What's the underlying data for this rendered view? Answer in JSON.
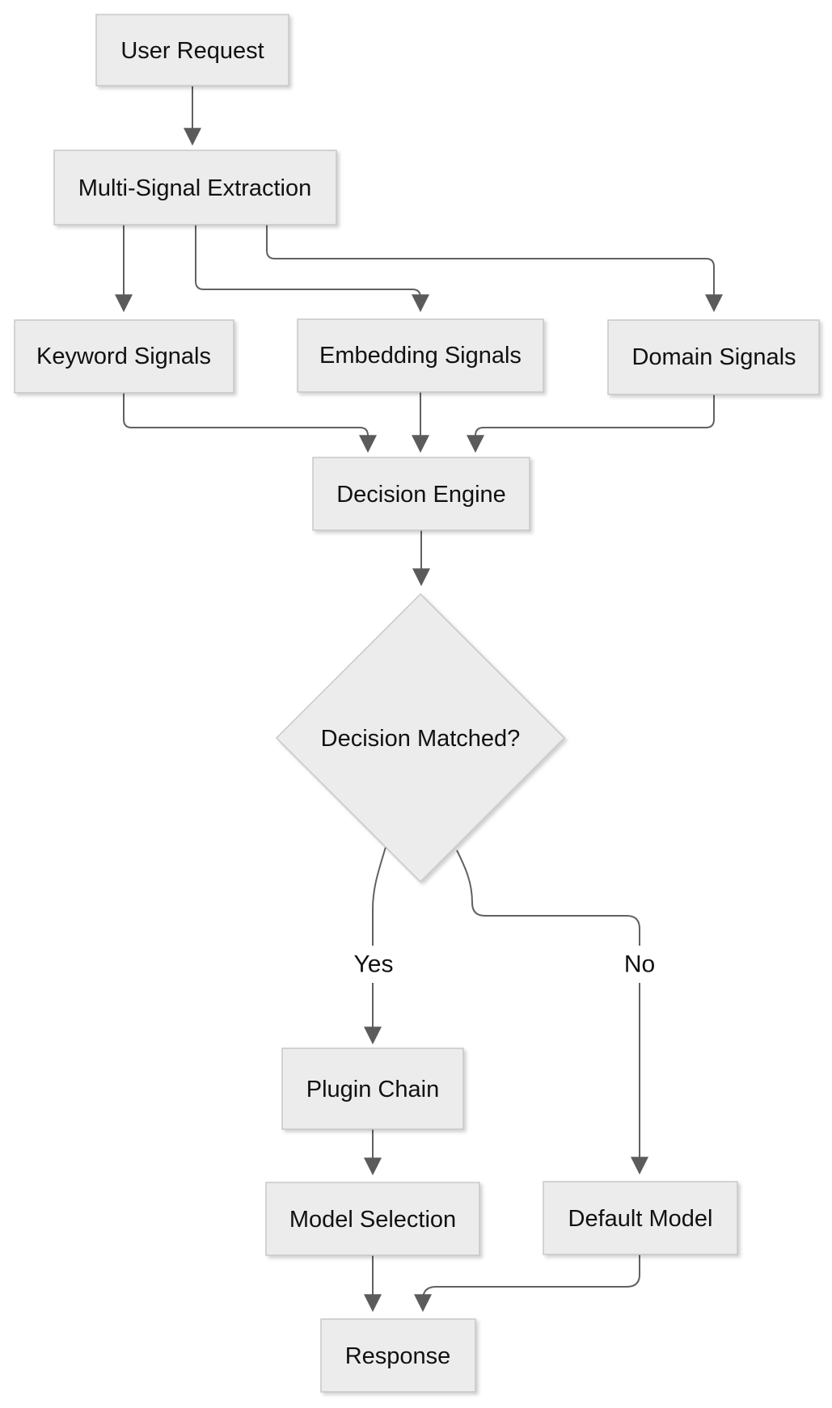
{
  "diagram": {
    "type": "flowchart",
    "direction": "top-down",
    "nodes": [
      {
        "id": "user_request",
        "label": "User Request",
        "shape": "rect"
      },
      {
        "id": "multi_signal_extraction",
        "label": "Multi-Signal Extraction",
        "shape": "rect"
      },
      {
        "id": "keyword_signals",
        "label": "Keyword Signals",
        "shape": "rect"
      },
      {
        "id": "embedding_signals",
        "label": "Embedding Signals",
        "shape": "rect"
      },
      {
        "id": "domain_signals",
        "label": "Domain Signals",
        "shape": "rect"
      },
      {
        "id": "decision_engine",
        "label": "Decision Engine",
        "shape": "rect"
      },
      {
        "id": "decision_matched",
        "label": "Decision Matched?",
        "shape": "diamond"
      },
      {
        "id": "plugin_chain",
        "label": "Plugin Chain",
        "shape": "rect"
      },
      {
        "id": "model_selection",
        "label": "Model Selection",
        "shape": "rect"
      },
      {
        "id": "default_model",
        "label": "Default Model",
        "shape": "rect"
      },
      {
        "id": "response",
        "label": "Response",
        "shape": "rect"
      }
    ],
    "edges": [
      {
        "from": "user_request",
        "to": "multi_signal_extraction",
        "label": ""
      },
      {
        "from": "multi_signal_extraction",
        "to": "keyword_signals",
        "label": ""
      },
      {
        "from": "multi_signal_extraction",
        "to": "embedding_signals",
        "label": ""
      },
      {
        "from": "multi_signal_extraction",
        "to": "domain_signals",
        "label": ""
      },
      {
        "from": "keyword_signals",
        "to": "decision_engine",
        "label": ""
      },
      {
        "from": "embedding_signals",
        "to": "decision_engine",
        "label": ""
      },
      {
        "from": "domain_signals",
        "to": "decision_engine",
        "label": ""
      },
      {
        "from": "decision_engine",
        "to": "decision_matched",
        "label": ""
      },
      {
        "from": "decision_matched",
        "to": "plugin_chain",
        "label": "Yes"
      },
      {
        "from": "decision_matched",
        "to": "default_model",
        "label": "No"
      },
      {
        "from": "plugin_chain",
        "to": "model_selection",
        "label": ""
      },
      {
        "from": "model_selection",
        "to": "response",
        "label": ""
      },
      {
        "from": "default_model",
        "to": "response",
        "label": ""
      }
    ],
    "colors": {
      "canvas": "#ffffff",
      "node_fill": "#ececec",
      "node_border": "#c8c8c8",
      "edge": "#616161",
      "arrowhead": "#5b5b5b",
      "text": "#111111",
      "label_bg": "#ffffff"
    }
  }
}
